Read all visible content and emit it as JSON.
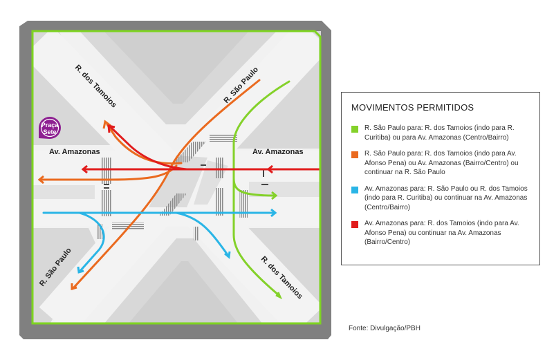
{
  "map": {
    "streets": {
      "tamoios_nw": "R. dos Tamoios",
      "sao_paulo_ne": "R. São Paulo",
      "amazonas_w": "Av. Amazonas",
      "amazonas_e": "Av. Amazonas",
      "sao_paulo_sw": "R. São Paulo",
      "tamoios_se": "R. dos Tamoios"
    },
    "landmark": {
      "line1": "Praça",
      "line2": "Sete",
      "color": "#8d1f91"
    },
    "colors": {
      "frame": "#808080",
      "border": "#7ed321",
      "road": "#f1f1f1",
      "block": "#d7d7d7",
      "green": "#84d12a",
      "orange": "#ea6a1f",
      "cyan": "#2ab5e6",
      "red": "#e11c1c"
    }
  },
  "legend": {
    "title": "MOVIMENTOS PERMITIDOS",
    "items": [
      {
        "color": "#84d12a",
        "text": "R. São Paulo para: R. dos Tamoios (indo para R. Curitiba) ou para Av. Amazonas (Centro/Bairro)"
      },
      {
        "color": "#ea6a1f",
        "text": "R. São Paulo para: R. dos Tamoios (indo para Av. Afonso Pena) ou Av. Amazonas (Bairro/Centro) ou continuar na R. São Paulo"
      },
      {
        "color": "#2ab5e6",
        "text": "Av. Amazonas para: R. São Paulo ou R. dos Tamoios (indo para R. Curitiba) ou continuar na Av. Amazonas (Centro/Bairro)"
      },
      {
        "color": "#e11c1c",
        "text": "Av. Amazonas para: R. dos Tamoios (indo para Av. Afonso Pena) ou continuar na Av. Amazonas (Bairro/Centro)"
      }
    ]
  },
  "source": "Fonte: Divulgação/PBH"
}
